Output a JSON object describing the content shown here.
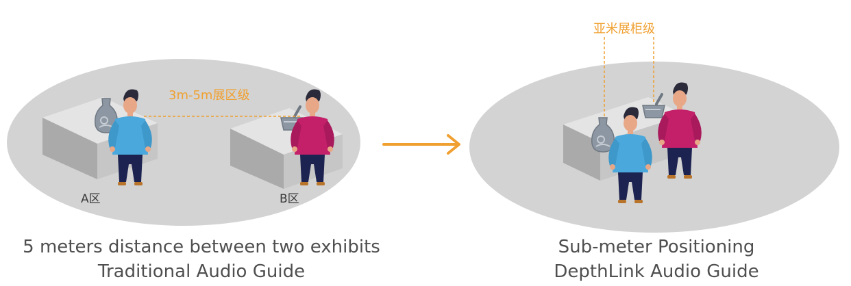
{
  "left_panel": {
    "distance_label": "3m-5m展区级",
    "zone_a_label": "A区",
    "zone_b_label": "B区",
    "caption_line1": "5 meters distance between two exhibits",
    "caption_line2": "Traditional Audio Guide"
  },
  "right_panel": {
    "precision_label": "亚米展柜级",
    "caption_line1": "Sub-meter Positioning",
    "caption_line2": "DepthLink Audio Guide"
  },
  "colors": {
    "ellipse": "#d3d3d3",
    "block_top": "#e4e4e4",
    "block_left": "#aaaaaa",
    "block_right": "#c6c6c6",
    "accent_orange": "#f0a030",
    "shirt_blue": "#4aa8dc",
    "shirt_magenta": "#c4206a",
    "pants_navy": "#1c2350",
    "hair": "#2a2a3a",
    "skin": "#e8a888",
    "artifact": "#8d97a3",
    "caption_text": "#4f4f4f"
  }
}
